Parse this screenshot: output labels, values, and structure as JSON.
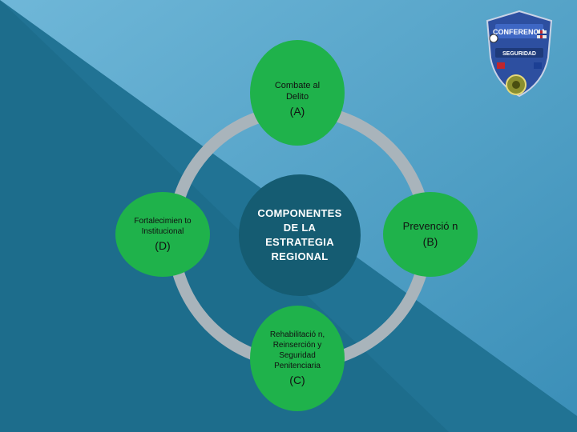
{
  "center": {
    "label": "COMPONENTES DE LA ESTRATEGIA REGIONAL"
  },
  "nodes": {
    "a": {
      "text": "Combate al Delito",
      "letter": "(A)"
    },
    "b": {
      "text": "Prevenció n",
      "letter": "(B)"
    },
    "c": {
      "text": "Rehabilitació n, Reinserción y Seguridad Penitenciaria",
      "letter": "(C)"
    },
    "d": {
      "text": "Fortalecimien to Institucional",
      "letter": "(D)"
    }
  },
  "logo": {
    "title": "CONFERENCIA",
    "subtitle": "SEGURIDAD",
    "icon": "shield-emblem-icon"
  },
  "colors": {
    "background_dark": "#1c6e8d",
    "background_light": "#5aa9cd",
    "node_green": "#1fb24b",
    "center_teal": "#155c72",
    "ring_gray": "#a9b4bb"
  }
}
